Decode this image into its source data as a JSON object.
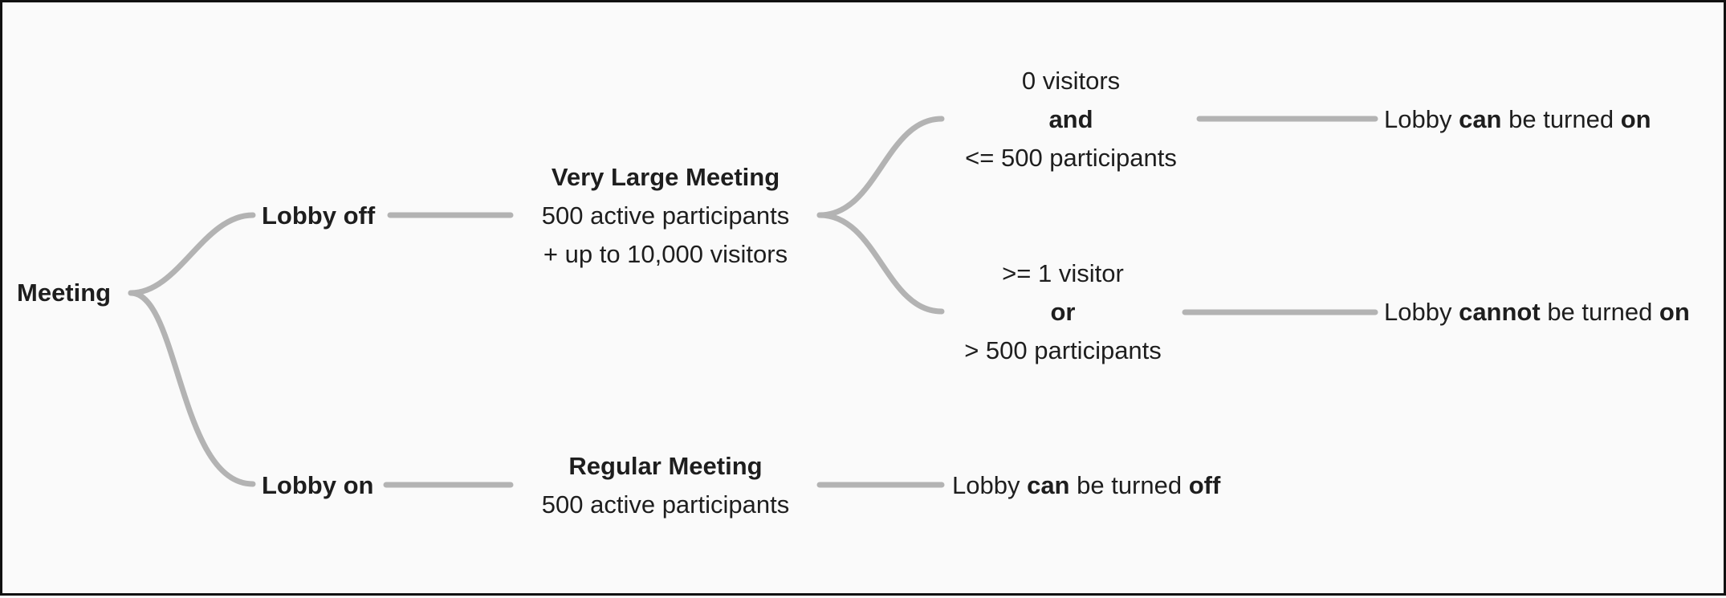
{
  "nodes": {
    "meeting": "Meeting",
    "lobby_off": "Lobby off",
    "lobby_on": "Lobby on",
    "very_large": {
      "title": "Very Large Meeting",
      "line1": "500 active participants",
      "line2": "+ up to 10,000 visitors"
    },
    "regular": {
      "title": "Regular Meeting",
      "line1": "500 active participants"
    },
    "cond_zero": {
      "line1": "0 visitors",
      "join": "and",
      "line2": "<= 500 participants"
    },
    "cond_one": {
      "line1": ">= 1 visitor",
      "join": "or",
      "line2": "> 500 participants"
    },
    "result_can_on": {
      "p1": "Lobby ",
      "b1": "can",
      "p2": " be turned ",
      "b2": "on"
    },
    "result_cannot_on": {
      "p1": "Lobby ",
      "b1": "cannot",
      "p2": " be turned ",
      "b2": "on"
    },
    "result_can_off": {
      "p1": "Lobby ",
      "b1": "can",
      "p2": " be turned ",
      "b2": "off"
    }
  },
  "colors": {
    "connector": "#b3b3b3",
    "text": "#1e1e1e",
    "background": "#fafafa",
    "border": "#111111"
  }
}
